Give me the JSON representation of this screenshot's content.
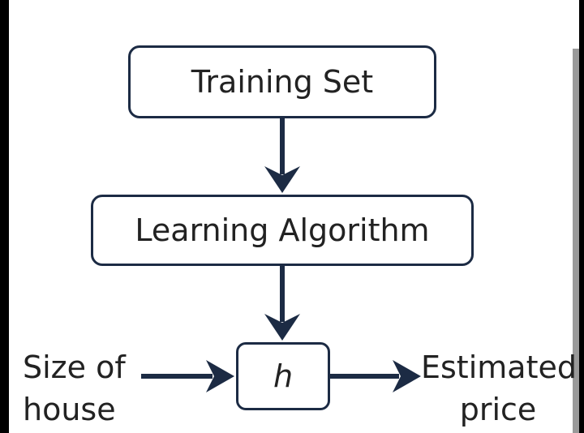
{
  "diagram": {
    "training_set": "Training Set",
    "learning_algorithm": "Learning Algorithm",
    "hypothesis": "h",
    "input": {
      "line1": "Size of",
      "line2": "house"
    },
    "output": {
      "line1": "Estimated",
      "line2": "price"
    }
  },
  "colors": {
    "stroke": "#1c2b44",
    "text": "#222222",
    "background": "#ffffff"
  }
}
